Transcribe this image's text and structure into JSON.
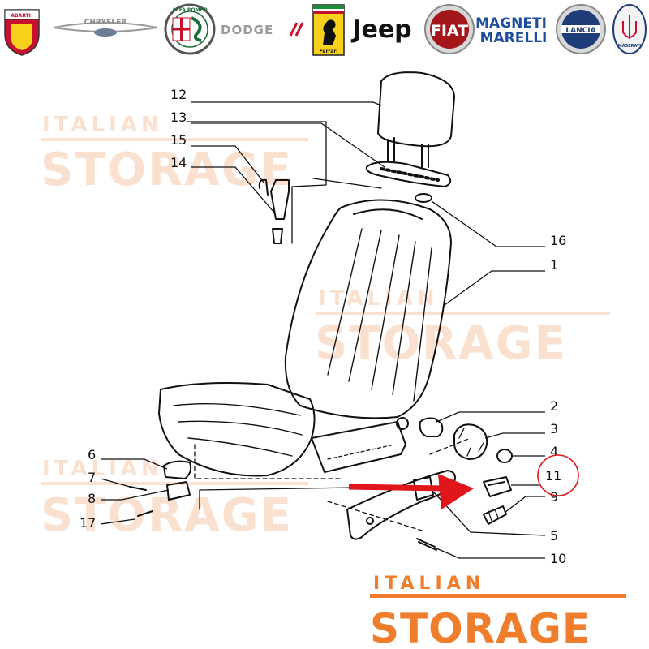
{
  "brands": [
    {
      "name": "ABARTH",
      "color": "#c8102e"
    },
    {
      "name": "CHRYSLER",
      "color": "#8a8a8a"
    },
    {
      "name": "ALFA ROMEO",
      "color": "#1f6b3a"
    },
    {
      "name": "DODGE",
      "color": "#9a9a9a"
    },
    {
      "name": "Ferrari",
      "color": "#f6d21c"
    },
    {
      "name": "Jeep",
      "color": "#111111"
    },
    {
      "name": "FIAT",
      "color": "#a4161a"
    },
    {
      "name": "MAGNETI MARELLI",
      "color": "#1d4e9e"
    },
    {
      "name": "LANCIA",
      "color": "#1d3c78"
    },
    {
      "name": "MASERATI",
      "color": "#1d3c78"
    }
  ],
  "watermark": {
    "line1": "ITALIAN",
    "line2": "STORAGE",
    "light_color": "#f7c9a8",
    "accent_color": "#f07d2c"
  },
  "parts": {
    "p1": "1",
    "p2": "2",
    "p3": "3",
    "p4": "4",
    "p5": "5",
    "p6": "6",
    "p7": "7",
    "p8": "8",
    "p9": "9",
    "p10": "10",
    "p11": "11",
    "p12": "12",
    "p13": "13",
    "p14": "14",
    "p15": "15",
    "p16": "16",
    "p17": "17"
  },
  "highlight": {
    "part": "11",
    "arrow_color": "#e0161b",
    "circle_color": "#e0161b"
  }
}
